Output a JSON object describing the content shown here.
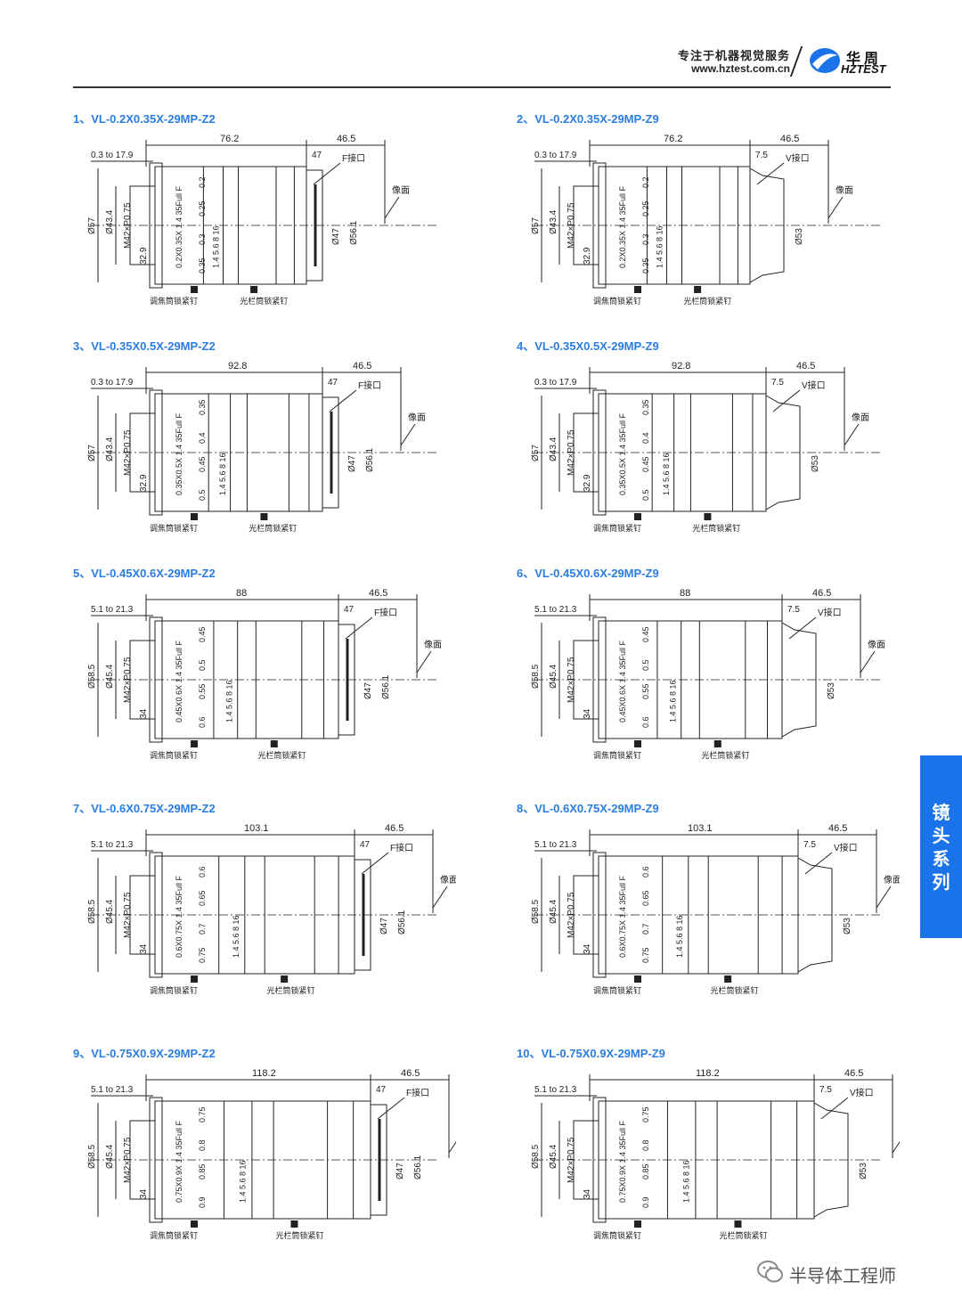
{
  "header": {
    "tagline": "专注于机器视觉服务",
    "url": "www.hztest.com.cn",
    "brand_cn": "华周",
    "brand_en": "HZTEST"
  },
  "side_tab": {
    "chars": [
      "镜",
      "头",
      "系",
      "列"
    ]
  },
  "footer": {
    "text": "半导体工程师"
  },
  "common_labels": {
    "focus_screw": "调焦筒锁紧钉",
    "aperture_screw": "光栏筒锁紧钉",
    "image_plane": "像面",
    "f_mount": "F接口",
    "v_mount": "V接口",
    "thread": "M42×P0.75",
    "mount_len_f": "47",
    "mount_len_v": "7.5",
    "rear_len": "46.5",
    "f_d1": "Ø47",
    "f_d2": "Ø56.1",
    "v_d": "Ø53",
    "iris": "1.4  5.6  8  16"
  },
  "drawings": [
    {
      "title": "1、VL-0.2X0.35X-29MP-Z2",
      "length": "76.2",
      "range": "0.3 to 17.9",
      "d_outer": "Ø57",
      "d_inner": "Ø43.4",
      "h": "32.9",
      "mount": "F",
      "engrave": "0.2X0.35X 1.4 35Full F",
      "marks": [
        "0.2",
        "0.25",
        "0.3",
        "0.35"
      ]
    },
    {
      "title": "2、VL-0.2X0.35X-29MP-Z9",
      "length": "76.2",
      "range": "0.3 to 17.9",
      "d_outer": "Ø57",
      "d_inner": "Ø43.4",
      "h": "32.9",
      "mount": "V",
      "engrave": "0.2X0.35X 1.4 35Full F",
      "marks": [
        "0.2",
        "0.25",
        "0.3",
        "0.35"
      ]
    },
    {
      "title": "3、VL-0.35X0.5X-29MP-Z2",
      "length": "92.8",
      "range": "0.3 to 17.9",
      "d_outer": "Ø57",
      "d_inner": "Ø43.4",
      "h": "32.9",
      "mount": "F",
      "engrave": "0.35X0.5X 1.4 35Full F",
      "marks": [
        "0.35",
        "0.4",
        "0.45",
        "0.5"
      ]
    },
    {
      "title": "4、VL-0.35X0.5X-29MP-Z9",
      "length": "92.8",
      "range": "0.3 to 17.9",
      "d_outer": "Ø57",
      "d_inner": "Ø43.4",
      "h": "32.9",
      "mount": "V",
      "engrave": "0.35X0.5X 1.4 35Full F",
      "marks": [
        "0.35",
        "0.4",
        "0.45",
        "0.5"
      ]
    },
    {
      "title": "5、VL-0.45X0.6X-29MP-Z2",
      "length": "88",
      "range": "5.1 to 21.3",
      "d_outer": "Ø58.5",
      "d_inner": "Ø45.4",
      "h": "34",
      "mount": "F",
      "engrave": "0.45X0.6X 1.4 35Full F",
      "marks": [
        "0.45",
        "0.5",
        "0.55",
        "0.6"
      ]
    },
    {
      "title": "6、VL-0.45X0.6X-29MP-Z9",
      "length": "88",
      "range": "5.1 to 21.3",
      "d_outer": "Ø58.5",
      "d_inner": "Ø45.4",
      "h": "34",
      "mount": "V",
      "engrave": "0.45X0.6X 1.4 35Full F",
      "marks": [
        "0.45",
        "0.5",
        "0.55",
        "0.6"
      ]
    },
    {
      "title": "7、VL-0.6X0.75X-29MP-Z2",
      "length": "103.1",
      "range": "5.1 to 21.3",
      "d_outer": "Ø58.5",
      "d_inner": "Ø45.4",
      "h": "34",
      "mount": "F",
      "engrave": "0.6X0.75X 1.4 35Full F",
      "marks": [
        "0.6",
        "0.65",
        "0.7",
        "0.75"
      ]
    },
    {
      "title": "8、VL-0.6X0.75X-29MP-Z9",
      "length": "103.1",
      "range": "5.1 to 21.3",
      "d_outer": "Ø58.5",
      "d_inner": "Ø45.4",
      "h": "34",
      "mount": "V",
      "engrave": "0.6X0.75X 1.4 35Full F",
      "marks": [
        "0.6",
        "0.65",
        "0.7",
        "0.75"
      ]
    },
    {
      "title": "9、VL-0.75X0.9X-29MP-Z2",
      "length": "118.2",
      "range": "5.1 to 21.3",
      "d_outer": "Ø58.5",
      "d_inner": "Ø45.4",
      "h": "34",
      "mount": "F",
      "engrave": "0.75X0.9X 1.4 35Full F",
      "marks": [
        "0.75",
        "0.8",
        "0.85",
        "0.9"
      ]
    },
    {
      "title": "10、VL-0.75X0.9X-29MP-Z9",
      "length": "118.2",
      "range": "5.1 to 21.3",
      "d_outer": "Ø58.5",
      "d_inner": "Ø45.4",
      "h": "34",
      "mount": "V",
      "engrave": "0.75X0.9X 1.4 35Full F",
      "marks": [
        "0.75",
        "0.8",
        "0.85",
        "0.9"
      ]
    }
  ]
}
